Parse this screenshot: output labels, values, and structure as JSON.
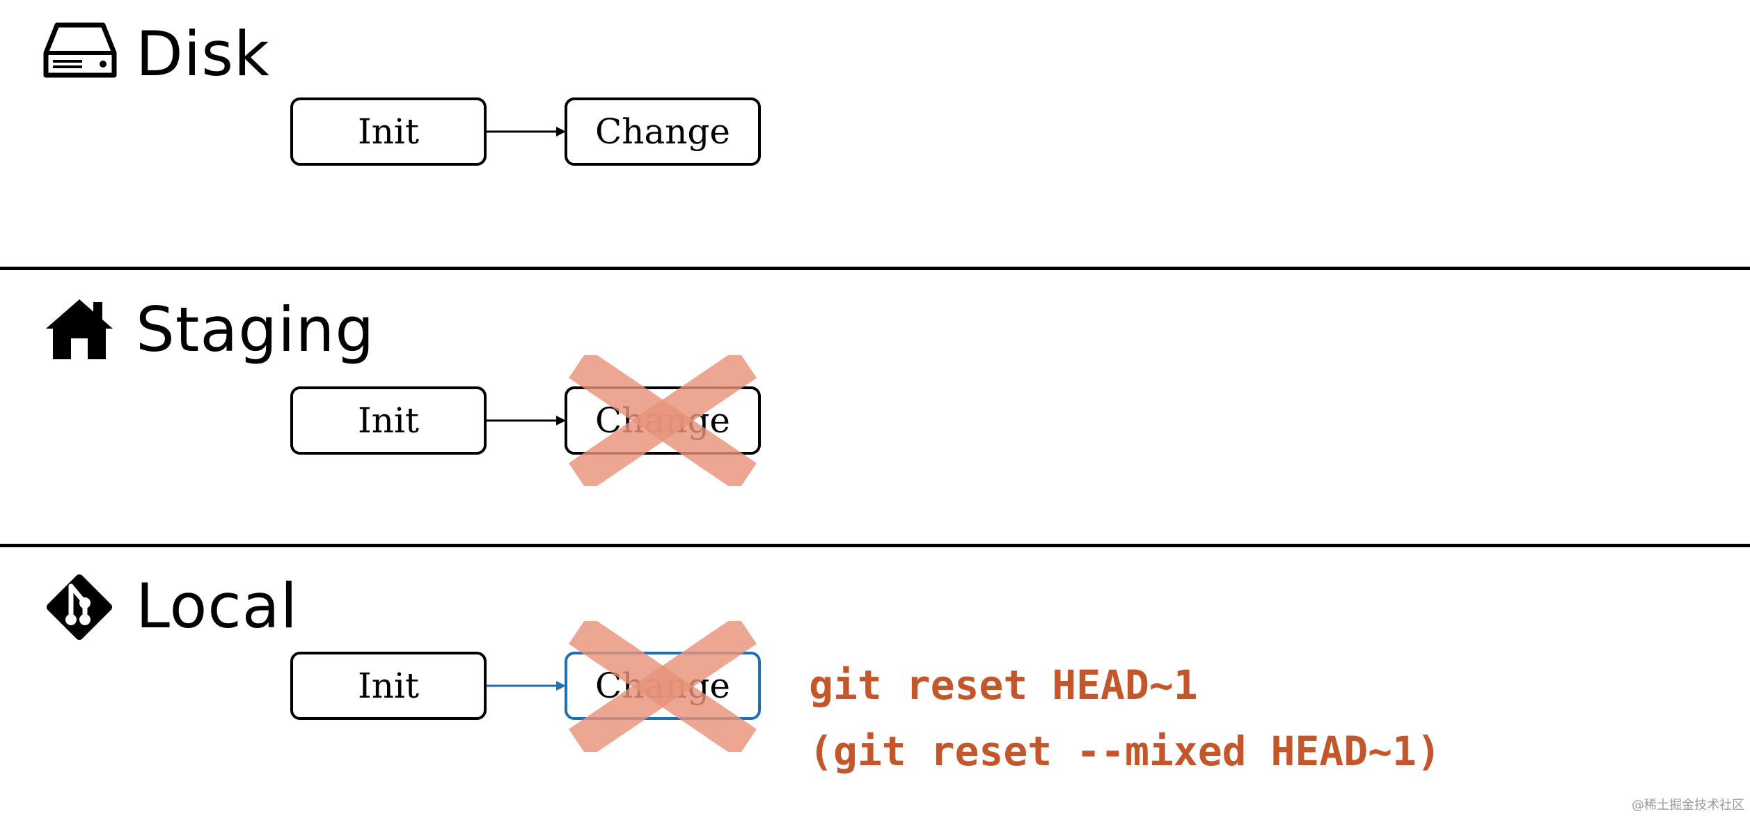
{
  "sections": {
    "disk": {
      "title": "Disk",
      "icon": "hard-disk-icon",
      "nodes": [
        "Init",
        "Change"
      ]
    },
    "staging": {
      "title": "Staging",
      "icon": "house-icon",
      "nodes": [
        "Init",
        "Change"
      ]
    },
    "local": {
      "title": "Local",
      "icon": "git-logo-icon",
      "nodes": [
        "Init",
        "Change"
      ]
    }
  },
  "commands": {
    "line1": "git reset HEAD~1",
    "line2": "(git reset --mixed HEAD~1)"
  },
  "watermark": "@稀土掘金技术社区",
  "colors": {
    "command": "#c4562b",
    "cross": "#e8937a",
    "local_arrow": "#1f6fb5"
  }
}
